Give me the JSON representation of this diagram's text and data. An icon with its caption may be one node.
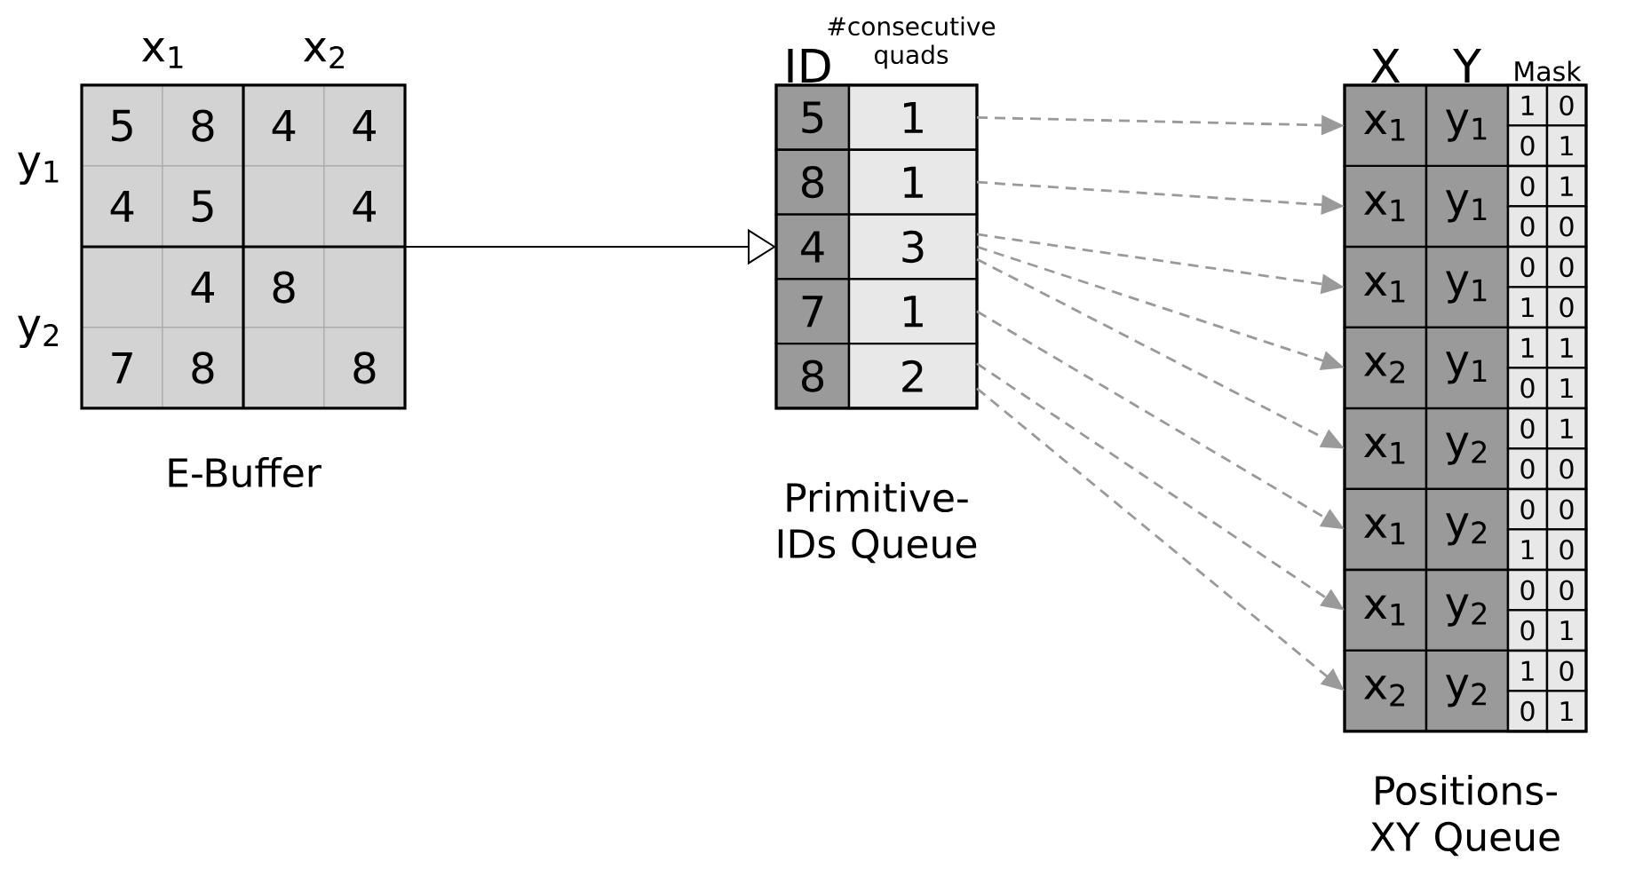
{
  "diagram": {
    "nodes": [
      {
        "text": [
          "E-Buffer"
        ]
      },
      {
        "text": [
          "5"
        ],
        "in": 0
      },
      {
        "text": [
          "8"
        ],
        "in": 0
      },
      {
        "text": [
          "4"
        ],
        "in": 0
      },
      {
        "text": [
          "4"
        ],
        "in": 0
      },
      {
        "text": [
          "4"
        ],
        "in": 0
      },
      {
        "text": [
          "5"
        ],
        "in": 0
      },
      {
        "text": [],
        "shape": "box",
        "in": 0
      },
      {
        "text": [
          "4"
        ],
        "in": 0
      },
      {
        "text": [],
        "shape": "box",
        "in": 0
      },
      {
        "text": [
          "4"
        ],
        "in": 0
      },
      {
        "text": [
          "8"
        ],
        "in": 0
      },
      {
        "text": [],
        "shape": "box",
        "in": 0
      },
      {
        "text": [
          "7"
        ],
        "in": 0
      },
      {
        "text": [
          "8"
        ],
        "in": 0
      },
      {
        "text": [],
        "shape": "box",
        "in": 0
      },
      {
        "text": [
          "8"
        ],
        "in": 0
      },
      {
        "text": [
          "Primitive-IDs Queue"
        ]
      },
      {
        "text": [
          "5"
        ],
        "in": 17
      },
      {
        "text": [
          "1"
        ],
        "in": 17
      },
      {
        "text": [
          "8"
        ],
        "in": 17
      },
      {
        "text": [
          "1"
        ],
        "in": 17
      },
      {
        "text": [
          "4"
        ],
        "in": 17
      },
      {
        "text": [
          "3"
        ],
        "in": 17
      },
      {
        "text": [
          "7"
        ],
        "in": 17
      },
      {
        "text": [
          "1"
        ],
        "in": 17
      },
      {
        "text": [
          "8"
        ],
        "in": 17
      },
      {
        "text": [
          "2"
        ],
        "in": 17
      },
      {
        "text": [
          "Positions-XY Queue"
        ]
      },
      {
        "text": [
          "x$_{1}$"
        ],
        "in": 28
      },
      {
        "text": [
          "y$_{1}$"
        ],
        "in": 28
      },
      {
        "text": [
          "1"
        ],
        "in": 28
      },
      {
        "text": [
          "0"
        ],
        "in": 28
      },
      {
        "text": [
          "0"
        ],
        "in": 28
      },
      {
        "text": [
          "1"
        ],
        "in": 28
      },
      {
        "text": [
          "x$_{1}$"
        ],
        "in": 28
      },
      {
        "text": [
          "y$_{1}$"
        ],
        "in": 28
      },
      {
        "text": [
          "0"
        ],
        "in": 28
      },
      {
        "text": [
          "1"
        ],
        "in": 28
      },
      {
        "text": [
          "0"
        ],
        "in": 28
      },
      {
        "text": [
          "0"
        ],
        "in": 28
      },
      {
        "text": [
          "x$_{1}$"
        ],
        "in": 28
      },
      {
        "text": [
          "y$_{1}$"
        ],
        "in": 28
      },
      {
        "text": [
          "0"
        ],
        "in": 28
      },
      {
        "text": [
          "0"
        ],
        "in": 28
      },
      {
        "text": [
          "1"
        ],
        "in": 28
      },
      {
        "text": [
          "0"
        ],
        "in": 28
      },
      {
        "text": [
          "x$_{2}$"
        ],
        "in": 28
      },
      {
        "text": [
          "y$_{1}$"
        ],
        "in": 28
      },
      {
        "text": [
          "1"
        ],
        "in": 28
      },
      {
        "text": [
          "1"
        ],
        "in": 28
      },
      {
        "text": [
          "0"
        ],
        "in": 28
      },
      {
        "text": [
          "1"
        ],
        "in": 28
      },
      {
        "text": [
          "x$_{1}$"
        ],
        "in": 28
      },
      {
        "text": [
          "y$_{2}$"
        ],
        "in": 28
      },
      {
        "text": [
          "0"
        ],
        "in": 28
      },
      {
        "text": [
          "1"
        ],
        "in": 28
      },
      {
        "text": [
          "0"
        ],
        "in": 28
      },
      {
        "text": [
          "0"
        ],
        "in": 28
      },
      {
        "text": [
          "x$_{1}$"
        ],
        "in": 28
      },
      {
        "text": [
          "y$_{2}$"
        ],
        "in": 28
      },
      {
        "text": [
          "0"
        ],
        "in": 28
      },
      {
        "text": [
          "0"
        ],
        "in": 28
      },
      {
        "text": [
          "1"
        ],
        "in": 28
      },
      {
        "text": [
          "0"
        ],
        "in": 28
      },
      {
        "text": [
          "x$_{1}$"
        ],
        "in": 28
      },
      {
        "text": [
          "y$_{2}$"
        ],
        "in": 28
      },
      {
        "text": [
          "0"
        ],
        "in": 28
      },
      {
        "text": [
          "0"
        ],
        "in": 28
      },
      {
        "text": [
          "0"
        ],
        "in": 28
      },
      {
        "text": [
          "1"
        ],
        "in": 28
      },
      {
        "text": [
          "x$_{2}$"
        ],
        "in": 28
      },
      {
        "text": [
          "y$_{2}$"
        ],
        "in": 28
      },
      {
        "text": [
          "1"
        ],
        "in": 28
      },
      {
        "text": [
          "0"
        ],
        "in": 28
      },
      {
        "text": [
          "0"
        ],
        "in": 28
      },
      {
        "text": [
          "1"
        ],
        "in": 28
      }
    ],
    "edges": [
      {
        "from": 0,
        "to": 17,
        "arrow": "to",
        "color": "#000000"
      },
      {
        "from": 19,
        "to": 29,
        "arrow": "to",
        "style": "dashed"
      },
      {
        "from": 21,
        "to": 35,
        "arrow": "to",
        "style": "dashed"
      },
      {
        "from": 23,
        "to": 41,
        "arrow": "to",
        "style": "dashed"
      },
      {
        "from": 23,
        "to": 47,
        "arrow": "to",
        "style": "dashed"
      },
      {
        "from": 23,
        "to": 53,
        "arrow": "to",
        "style": "dashed"
      },
      {
        "from": 25,
        "to": 59,
        "arrow": "to",
        "style": "dashed"
      },
      {
        "from": 27,
        "to": 65,
        "arrow": "to",
        "style": "dashed"
      },
      {
        "from": 27,
        "to": 71,
        "arrow": "to",
        "style": "dashed"
      }
    ],
    "labels": [
      "x$_{1}$",
      "x$_{2}$",
      "y$_{1}$",
      "y$_{2}$",
      "ID",
      "#consecutive quads",
      "X",
      "Y",
      "Mask"
    ]
  }
}
